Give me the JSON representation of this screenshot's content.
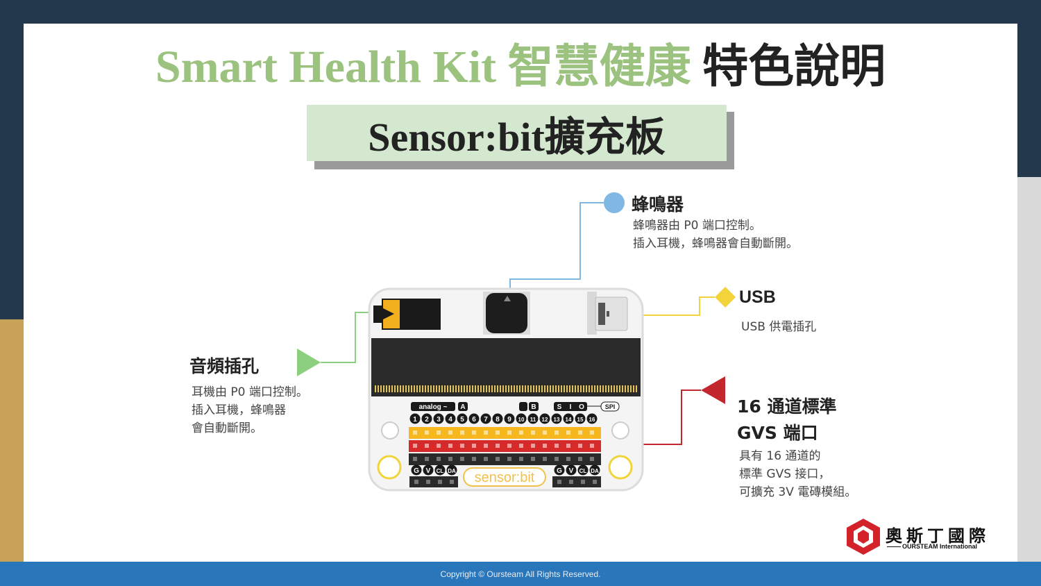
{
  "header": {
    "title_en": "Smart Health Kit",
    "title_zh_green": "智慧健康",
    "title_zh_dark": "特色說明",
    "subtitle": "Sensor:bit擴充板"
  },
  "callouts": {
    "buzzer": {
      "title": "蜂鳴器",
      "lines": [
        "蜂鳴器由 P0 端口控制。",
        "插入耳機，蜂鳴器會自動斷開。"
      ],
      "color": "#7fb8e3"
    },
    "usb": {
      "title": "USB",
      "lines": [
        "USB 供電插孔"
      ],
      "color": "#f2d43a"
    },
    "audio": {
      "title": "音頻插孔",
      "lines": [
        "耳機由 P0 端口控制。",
        "插入耳機，蜂鳴器",
        "會自動斷開。"
      ],
      "color": "#8ccf7e"
    },
    "gvs": {
      "title_line1": "16 通道標準",
      "title_line2": "GVS 端口",
      "lines": [
        "具有 16 通道的",
        "標準 GVS 接口，",
        "可擴充 3V 電磚模組。"
      ],
      "color": "#c4262e"
    }
  },
  "board": {
    "label_analog": "analog ~",
    "label_a": "A",
    "label_b": "B",
    "label_sio": [
      "S",
      "I",
      "O"
    ],
    "label_spi": "SPI",
    "pin_numbers": [
      "1",
      "2",
      "3",
      "4",
      "5",
      "6",
      "7",
      "8",
      "9",
      "10",
      "11",
      "12",
      "13",
      "14",
      "15",
      "16"
    ],
    "gvcd_left": [
      "G",
      "V",
      "CL",
      "DA"
    ],
    "gvcd_right": [
      "G",
      "V",
      "CL",
      "DA"
    ],
    "brand": "sensor:bit"
  },
  "logo": {
    "name_zh": "奧斯丁國際",
    "name_en": "OURSTEAM International"
  },
  "footer": {
    "copyright": "Copyright © Oursteam All Rights Reserved."
  }
}
